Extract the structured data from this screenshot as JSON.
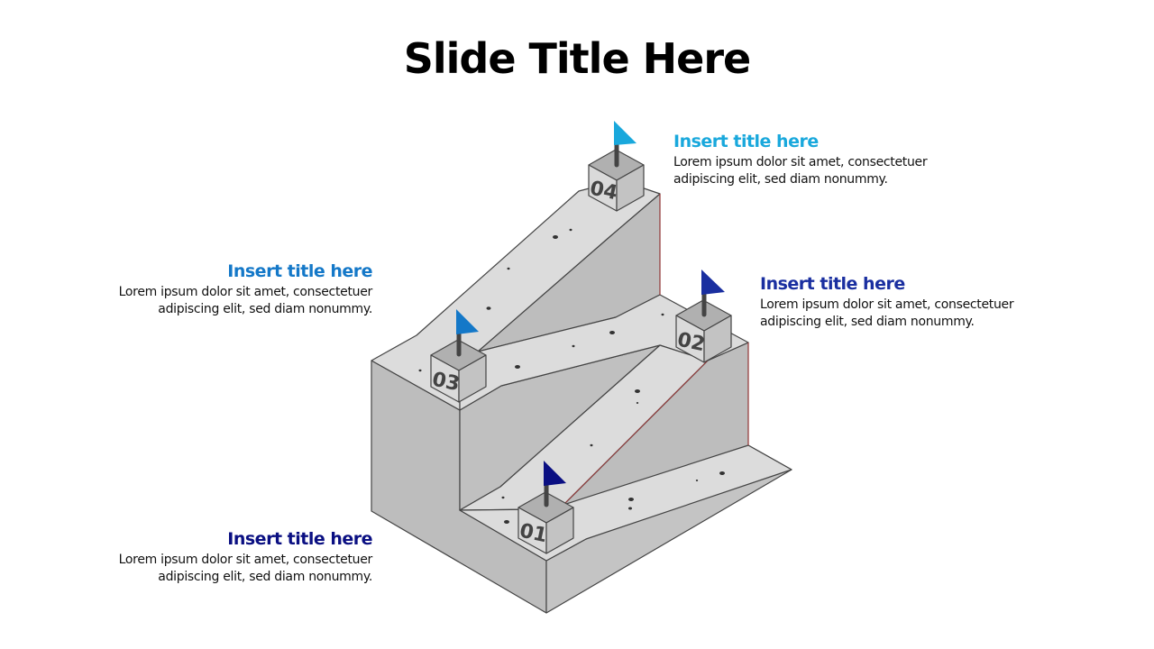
{
  "slide": {
    "title": "Slide Title Here"
  },
  "colors": {
    "step_01": "#0a0f82",
    "step_02": "#1a2fa0",
    "step_03": "#1478c8",
    "step_04": "#19a8dc",
    "surface_top": "#dcdcdc",
    "surface_side": "#bdbdbd",
    "edge": "#444444"
  },
  "steps": [
    {
      "number": "01",
      "title": "Insert title here",
      "body": "Lorem ipsum dolor sit amet, consectetuer adipiscing elit, sed diam nonummy.",
      "flag_color": "#0a0f82",
      "position": "bottom-left"
    },
    {
      "number": "02",
      "title": "Insert title here",
      "body": "Lorem ipsum dolor sit amet, consectetuer adipiscing elit, sed diam nonummy.",
      "flag_color": "#1a2fa0",
      "position": "right"
    },
    {
      "number": "03",
      "title": "Insert title here",
      "body": "Lorem ipsum dolor sit amet, consectetuer adipiscing elit, sed diam nonummy.",
      "flag_color": "#1478c8",
      "position": "left"
    },
    {
      "number": "04",
      "title": "Insert title here",
      "body": "Lorem ipsum dolor sit amet, consectetuer adipiscing elit, sed diam nonummy.",
      "flag_color": "#19a8dc",
      "position": "top-right"
    }
  ]
}
